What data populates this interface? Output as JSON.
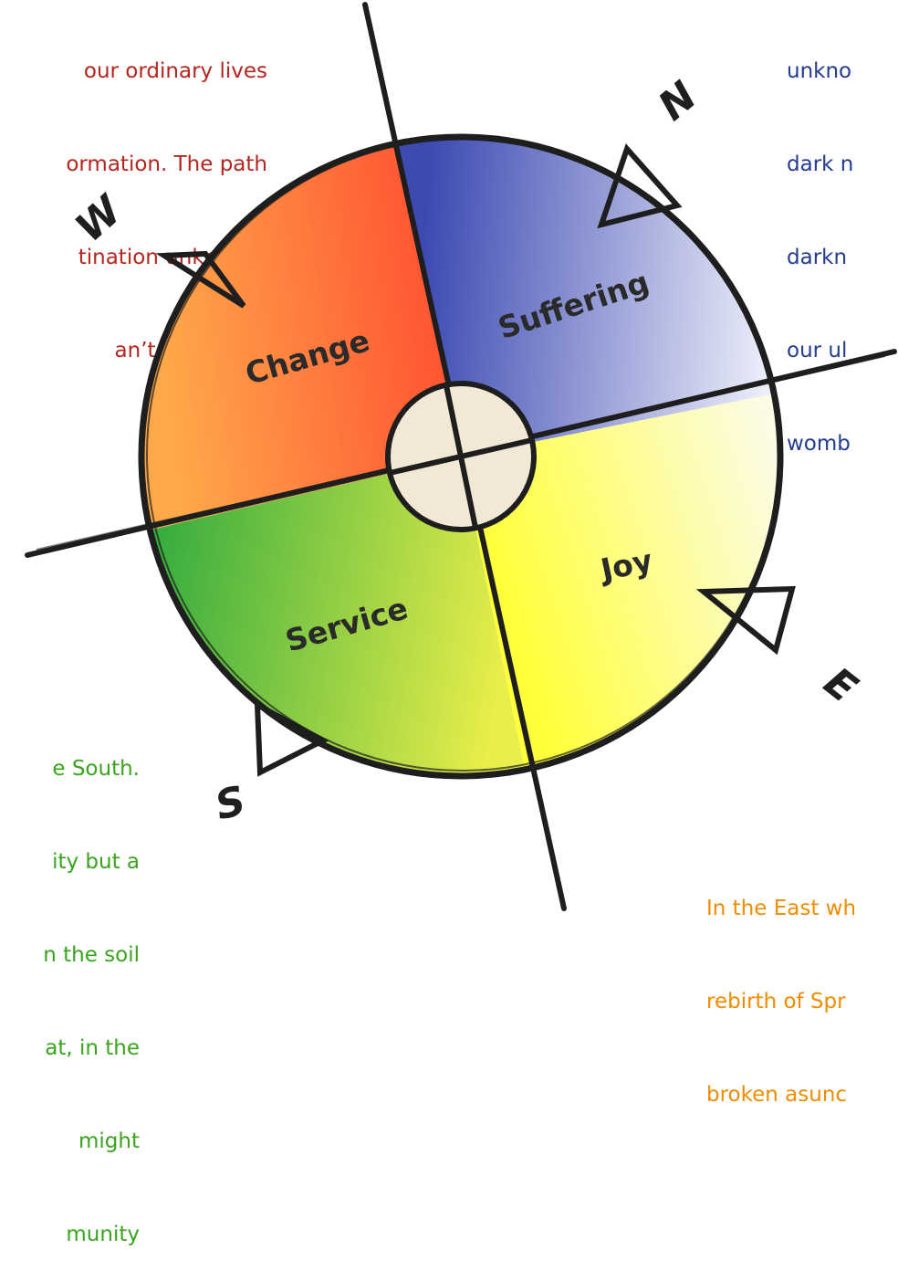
{
  "texts": {
    "west": [
      "our ordinary lives",
      "ormation. The path",
      "tination unknown,",
      "an’t stay here."
    ],
    "north": [
      "unkno",
      "dark n",
      "darkn",
      "our ul",
      "womb"
    ],
    "south": [
      "e South.",
      "ity but a",
      "n the soil",
      "at, in the",
      "might",
      "munity"
    ],
    "east": [
      "In the East wh",
      "rebirth of Spr",
      "broken asunc"
    ]
  },
  "wheel": {
    "quadrants": {
      "change": "Change",
      "suffering": "Suffering",
      "joy": "Joy",
      "service": "Service"
    },
    "directions": {
      "n": "N",
      "e": "E",
      "s": "S",
      "w": "W"
    }
  },
  "colors": {
    "change": [
      "#ffa84a",
      "#ff5533"
    ],
    "suffering": [
      "#3d4ab2",
      "#eef0fa"
    ],
    "joy": [
      "#ffff3a",
      "#fcfbe6"
    ],
    "service": [
      "#37ad3f",
      "#e8ee4a"
    ],
    "center": "#f1e9d6",
    "outline": "#1e1e1e",
    "west_text": "#b5261e",
    "north_text": "#233c8f",
    "south_text": "#3aa41e",
    "east_text": "#f08c00"
  },
  "icons": {
    "arrows": [
      "north-arrow-icon",
      "east-arrow-icon",
      "south-arrow-icon",
      "west-arrow-icon"
    ]
  }
}
